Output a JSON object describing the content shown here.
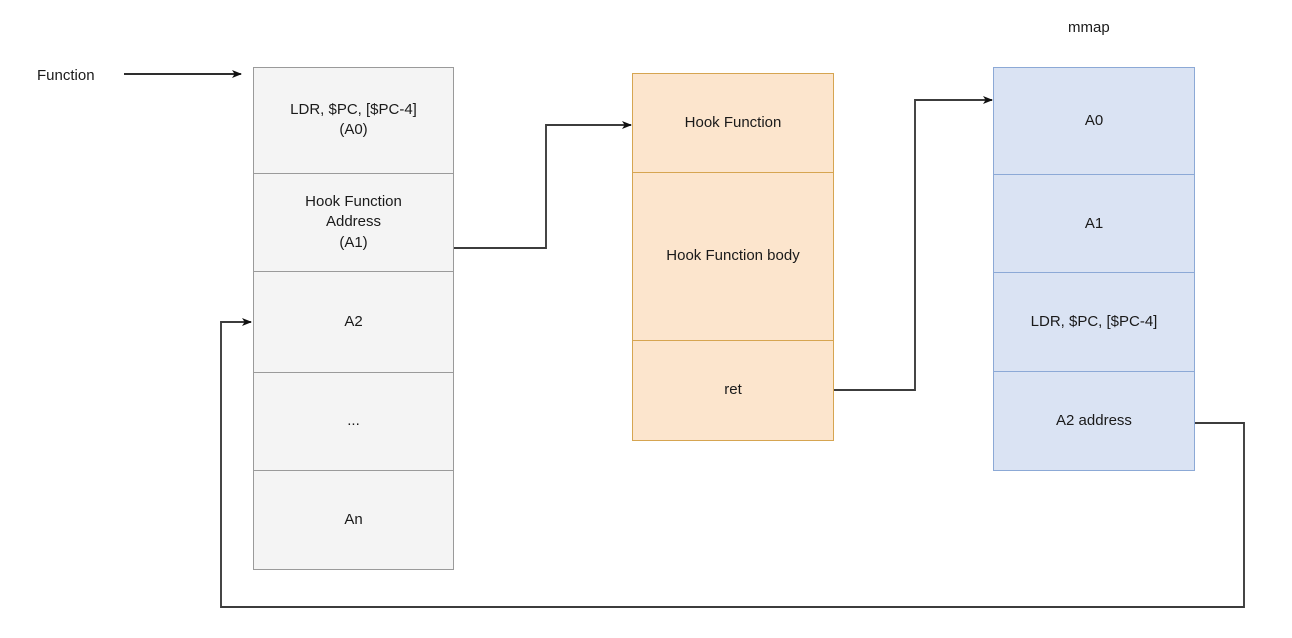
{
  "diagram": {
    "title_labels": {
      "function_label": "Function",
      "mmap_label": "mmap"
    },
    "columns": {
      "function_column": {
        "name": "Function",
        "fill": "#f4f4f4",
        "stroke": "#9a9a9a",
        "cells": [
          {
            "text": "LDR, $PC, [$PC-4]\n(A0)"
          },
          {
            "text": "Hook Function\nAddress\n(A1)"
          },
          {
            "text": "A2"
          },
          {
            "text": "..."
          },
          {
            "text": "An"
          }
        ]
      },
      "hook_column": {
        "name": "Hook Function",
        "fill": "#fce5cd",
        "stroke": "#d6a551",
        "cells": [
          {
            "text": "Hook Function"
          },
          {
            "text": "Hook Function body"
          },
          {
            "text": "ret"
          }
        ]
      },
      "mmap_column": {
        "name": "mmap",
        "fill": "#dae3f3",
        "stroke": "#8ca9d6",
        "cells": [
          {
            "text": "A0"
          },
          {
            "text": "A1"
          },
          {
            "text": "LDR, $PC, [$PC-4]"
          },
          {
            "text": "A2 address"
          }
        ]
      }
    },
    "edges": [
      {
        "name": "function-entry-arrow",
        "from": "Function label",
        "to": "Function column top cell"
      },
      {
        "name": "hook-address-to-hook-function-arrow",
        "from": "Hook Function Address (A1)",
        "to": "Hook Function"
      },
      {
        "name": "ret-to-mmap-arrow",
        "from": "ret",
        "to": "A0"
      },
      {
        "name": "a2-address-to-a2-arrow",
        "from": "A2 address",
        "to": "A2"
      }
    ],
    "colors": {
      "line": "#3c3c3c",
      "text": "#1a1a1a",
      "background": "#ffffff"
    }
  }
}
